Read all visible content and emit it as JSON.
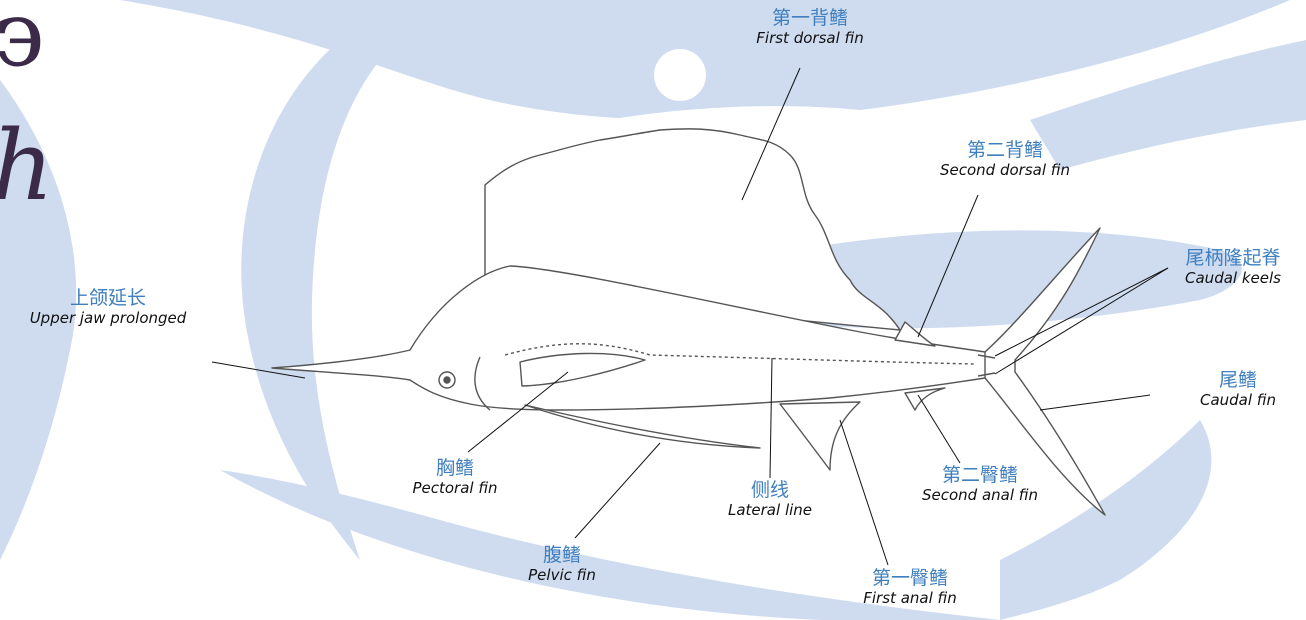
{
  "colors": {
    "background_swoosh": "#cfdcf0",
    "label_zh": "#3f7fbf",
    "label_en": "#111111",
    "fish_outline": "#555555",
    "deco_text": "#3b2a48"
  },
  "labels": {
    "first_dorsal": {
      "zh": "第一背鳍",
      "en": "First dorsal fin"
    },
    "second_dorsal": {
      "zh": "第二背鳍",
      "en": "Second dorsal fin"
    },
    "caudal_keels": {
      "zh": "尾柄隆起脊",
      "en": "Caudal keels"
    },
    "caudal_fin": {
      "zh": "尾鳍",
      "en": "Caudal fin"
    },
    "upper_jaw": {
      "zh": "上颌延长",
      "en": "Upper jaw prolonged"
    },
    "pectoral": {
      "zh": "胸鳍",
      "en": "Pectoral fin"
    },
    "pelvic": {
      "zh": "腹鳍",
      "en": "Pelvic fin"
    },
    "lateral_line": {
      "zh": "侧线",
      "en": "Lateral line"
    },
    "second_anal": {
      "zh": "第二臀鳍",
      "en": "Second anal fin"
    },
    "first_anal": {
      "zh": "第一臀鳍",
      "en": "First anal fin"
    }
  }
}
